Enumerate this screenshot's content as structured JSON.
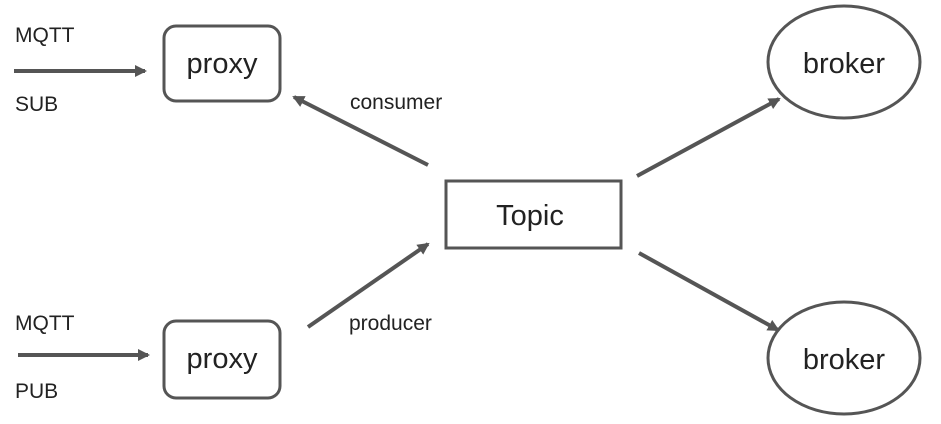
{
  "input_top": {
    "protocol": "MQTT",
    "mode": "SUB"
  },
  "input_bottom": {
    "protocol": "MQTT",
    "mode": "PUB"
  },
  "proxy_top": {
    "label": "proxy"
  },
  "proxy_bottom": {
    "label": "proxy"
  },
  "topic": {
    "label": "Topic"
  },
  "edges": {
    "consumer_label": "consumer",
    "producer_label": "producer"
  },
  "broker_top": {
    "label": "broker"
  },
  "broker_bottom": {
    "label": "broker"
  },
  "colors": {
    "stroke": "#555555",
    "text": "#222222",
    "background": "#ffffff"
  }
}
